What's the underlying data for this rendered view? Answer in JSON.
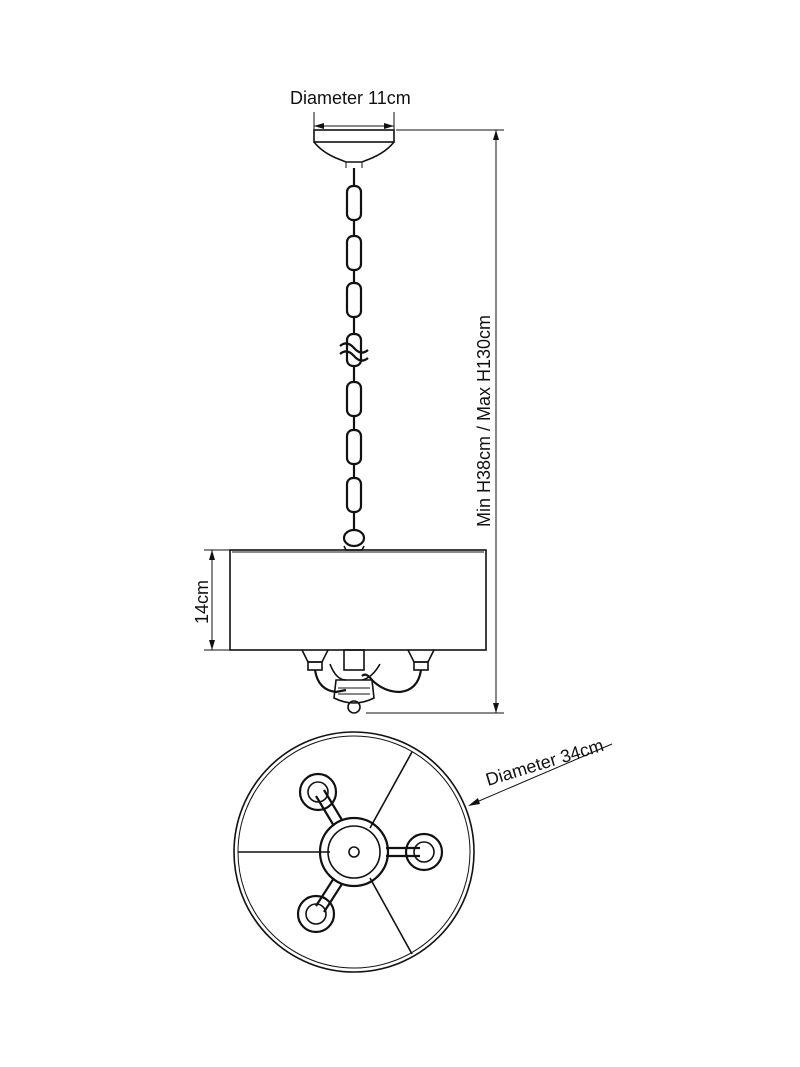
{
  "dimensions": {
    "canopy_diameter": "Diameter 11cm",
    "height_range": "Min H38cm / Max H130cm",
    "shade_height": "14cm",
    "shade_diameter": "Diameter 34cm"
  }
}
